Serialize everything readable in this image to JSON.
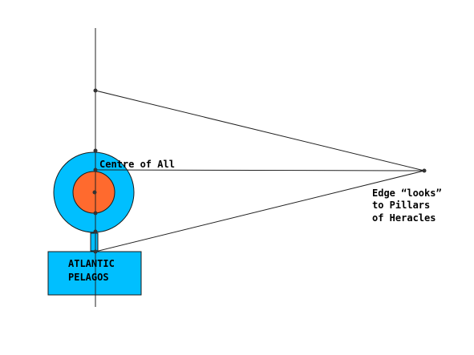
{
  "labels": {
    "centre": "Centre of All",
    "edge_line1": "Edge “looks”",
    "edge_line2": "to Pillars",
    "edge_line3": "of Heracles",
    "atlantic_line1": "ATLANTIC",
    "atlantic_line2": "PELAGOS"
  },
  "colors": {
    "ring": "#00bfff",
    "core": "#ff6a2e",
    "line": "#222222",
    "point": "#333333",
    "outline": "#1a1a1a"
  }
}
